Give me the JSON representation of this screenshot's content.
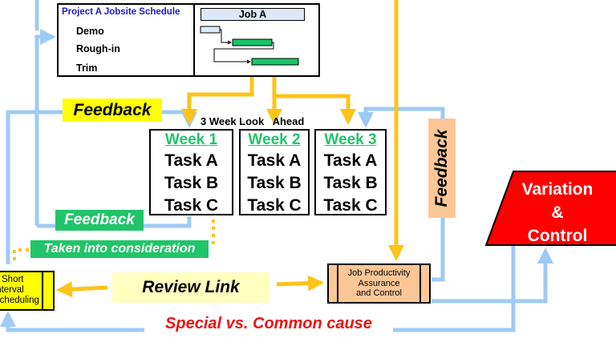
{
  "schedule": {
    "title": "Project A Jobsite Schedule",
    "items": [
      "Demo",
      "Rough-in",
      "Trim"
    ],
    "job_label": "Job A"
  },
  "lookahead": {
    "label": "3 Week Look   Ahead",
    "weeks": [
      {
        "title": "Week 1",
        "tasks": [
          "Task A",
          "Task B",
          "Task C"
        ]
      },
      {
        "title": "Week 2",
        "tasks": [
          "Task A",
          "Task B",
          "Task C"
        ]
      },
      {
        "title": "Week 3",
        "tasks": [
          "Task A",
          "Task B",
          "Task C"
        ]
      }
    ]
  },
  "labels": {
    "feedback_top": "Feedback",
    "feedback_mid": "Feedback",
    "taken": "Taken into consideration",
    "feedback_right": "Feedback",
    "review_link": "Review Link",
    "special_common": "Special vs. Common cause"
  },
  "jpac": {
    "lines": [
      "Job Productivity",
      "Assurance",
      "and Control"
    ]
  },
  "sis": {
    "lines": [
      "Short",
      "Interval",
      "Scheduling"
    ]
  },
  "variation": {
    "lines": [
      "Variation",
      "&",
      "Control"
    ]
  },
  "colors": {
    "blue_arrow": "#9dcbf4",
    "yellow_arrow": "#fcc419",
    "green_label": "#21c46a",
    "bar_green": "#19c46a",
    "feedback_yellow": "#ffff00",
    "peach": "#fcc796",
    "review_bg": "#ffffc0",
    "variation_red": "#ff0000",
    "special_red": "#ee1111"
  }
}
